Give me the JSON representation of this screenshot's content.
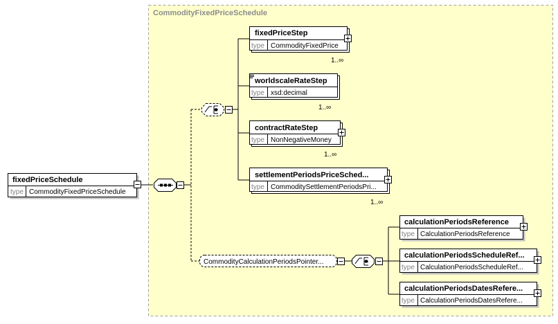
{
  "root": {
    "name": "fixedPriceSchedule",
    "type_label": "type",
    "type_value": "CommodityFixedPriceSchedule"
  },
  "group": {
    "title": "CommodityFixedPriceSchedule"
  },
  "choice_elements": [
    {
      "name": "fixedPriceStep",
      "type_label": "type",
      "type_value": "CommodityFixedPrice",
      "multiplicity": "1..∞"
    },
    {
      "name": "worldscaleRateStep",
      "type_label": "type",
      "type_value": "xsd:decimal",
      "multiplicity": "1..∞"
    },
    {
      "name": "contractRateStep",
      "type_label": "type",
      "type_value": "NonNegativeMoney",
      "multiplicity": "1..∞"
    },
    {
      "name": "settlementPeriodsPriceSched...",
      "type_label": "type",
      "type_value": "CommoditySettlementPeriodsPri...",
      "multiplicity": "1..∞"
    }
  ],
  "pointer_group": {
    "name": "CommodityCalculationPeriodsPointer..."
  },
  "pointer_elements": [
    {
      "name": "calculationPeriodsReference",
      "type_label": "type",
      "type_value": "CalculationPeriodsReference"
    },
    {
      "name": "calculationPeriodsScheduleRef...",
      "type_label": "type",
      "type_value": "CalculationPeriodsScheduleRef..."
    },
    {
      "name": "calculationPeriodsDatesRefere...",
      "type_label": "type",
      "type_value": "CalculationPeriodsDatesRefere..."
    }
  ]
}
